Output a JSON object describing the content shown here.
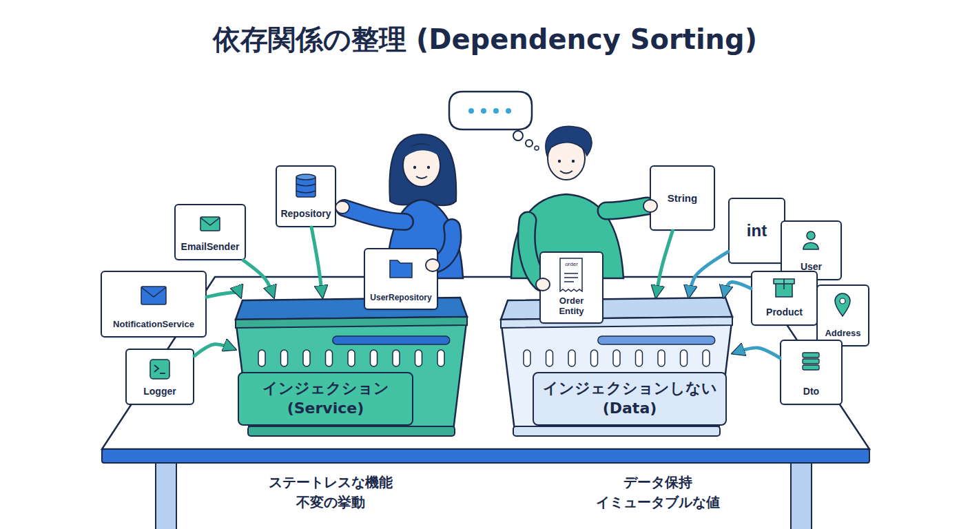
{
  "diagram": {
    "title": "依存関係の整理 (Dependency Sorting)",
    "nodes": [
      {
        "text": [
          "EmailSender"
        ]
      },
      {
        "text": [
          "Repository"
        ]
      },
      {
        "text": [
          "NotificationService"
        ]
      },
      {
        "text": [
          "UserRepository"
        ]
      },
      {
        "text": [
          "Logger"
        ]
      },
      {
        "text": [
          "インジェクション (Service)"
        ]
      },
      {
        "text": [
          "String"
        ]
      },
      {
        "text": [
          "order",
          "Order Entity"
        ]
      },
      {
        "text": [
          "int"
        ]
      },
      {
        "text": [
          "User"
        ]
      },
      {
        "text": [
          "Product"
        ]
      },
      {
        "text": [
          "Address"
        ]
      },
      {
        "text": [
          "インジェクションしない (Data)"
        ]
      },
      {
        "text": [
          "Dto"
        ]
      }
    ],
    "edges": [
      {
        "from": 0,
        "to": 5,
        "arrow": "to"
      },
      {
        "from": 1,
        "to": 5,
        "arrow": "to"
      },
      {
        "from": 2,
        "to": 5,
        "arrow": "to"
      },
      {
        "from": 4,
        "to": 5,
        "arrow": "to"
      },
      {
        "from": 6,
        "to": 12,
        "arrow": "to"
      },
      {
        "from": 8,
        "to": 12,
        "arrow": "to"
      },
      {
        "from": 10,
        "to": 12,
        "arrow": "to"
      },
      {
        "from": 13,
        "to": 12,
        "arrow": "to"
      }
    ],
    "labels": [
      "ステートレスな機能 不変の挙動",
      "データ保持 イミュータブルな値"
    ]
  }
}
